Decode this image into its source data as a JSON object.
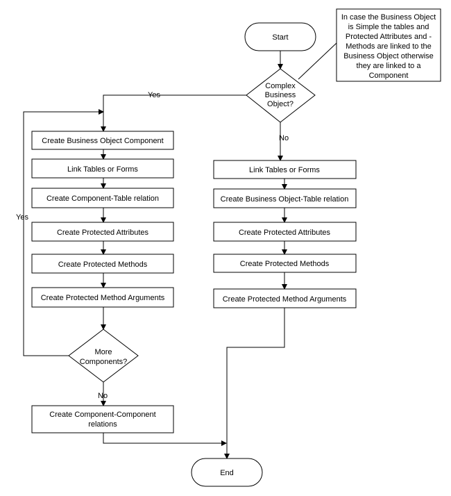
{
  "start": {
    "label": "Start"
  },
  "end": {
    "label": "End"
  },
  "note": {
    "lines": [
      "In case the Business Object",
      "is Simple the tables and",
      "Protected Attributes and -",
      "Methods are linked to the",
      "Business Object otherwise",
      "they are linked to a",
      "Component"
    ]
  },
  "decision_complex": {
    "lines": [
      "Complex",
      "Business",
      "Object?"
    ]
  },
  "decision_more": {
    "lines": [
      "More",
      "Components?"
    ]
  },
  "edges": {
    "yes_complex": "Yes",
    "no_complex": "No",
    "yes_more": "Yes",
    "no_more": "No"
  },
  "left_steps": [
    "Create Business Object Component",
    "Link Tables or Forms",
    "Create Component-Table relation",
    "Create Protected Attributes",
    "Create Protected Methods",
    "Create Protected Method Arguments"
  ],
  "final_step": {
    "lines": [
      "Create Component-Component",
      "relations"
    ]
  },
  "right_steps": [
    "Link Tables or Forms",
    "Create Business Object-Table relation",
    "Create Protected Attributes",
    "Create Protected Methods",
    "Create Protected Method Arguments"
  ]
}
